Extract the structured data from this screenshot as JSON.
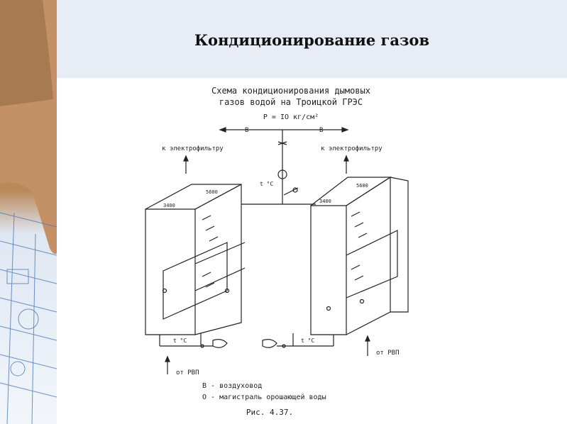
{
  "slide": {
    "title": "Кондиционирование газов"
  },
  "scheme": {
    "heading_line1": "Схема кондиционирования дымовых",
    "heading_line2": "газов водой на Троицкой ГРЭС",
    "pressure": "P = IO кг/см²",
    "air_label_left": "B",
    "air_label_right": "B",
    "to_filter_left": "к электрофильтру",
    "to_filter_right": "к электрофильтру",
    "temp_top": "t °C",
    "temp_bottom_left": "t °C",
    "temp_bottom_right": "t °C",
    "from_rvp_left": "от РВП",
    "from_rvp_right": "от РВП",
    "dim_left_top": "5600",
    "dim_left_side": "3400",
    "dim_right_top": "5600",
    "dim_right_side": "3400",
    "legend_b": "B - воздуховод",
    "legend_o": "O - магистраль орошающей воды",
    "figure": "Рис. 4.37."
  },
  "colors": {
    "header_band": "#e8ecf4",
    "ink": "#222222"
  }
}
